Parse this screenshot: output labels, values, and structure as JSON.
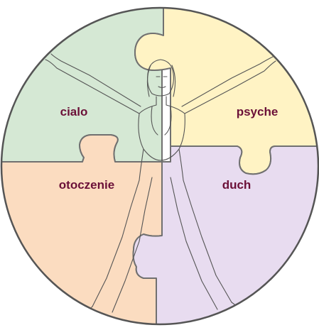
{
  "segments": [
    {
      "label": "cialo",
      "color": "#d5e8d4"
    },
    {
      "label": "psyche",
      "color": "#fff3c4"
    },
    {
      "label": "otoczenie",
      "color": "#fbdcc0"
    },
    {
      "label": "duch",
      "color": "#e8dcf0"
    }
  ],
  "palette": {
    "label_color": "#6b1038",
    "outline_color": "#707070"
  }
}
